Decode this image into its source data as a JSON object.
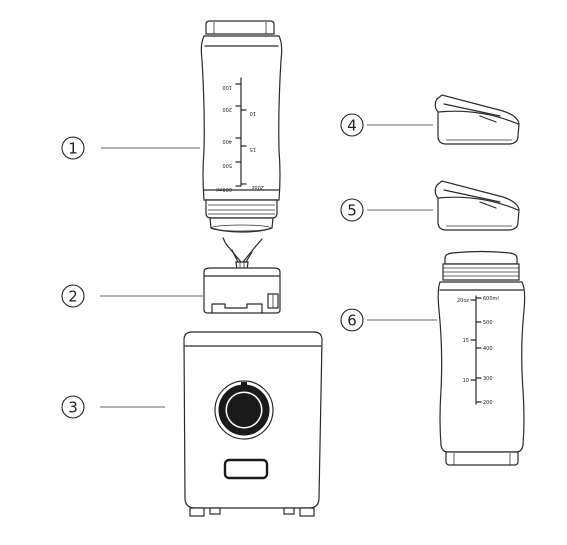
{
  "callouts": [
    "1",
    "2",
    "3",
    "4",
    "5",
    "6"
  ],
  "cup1_scale": {
    "ml": [
      "100",
      "200",
      "400",
      "500",
      "600ml"
    ],
    "oz": [
      "10",
      "15",
      "20oz"
    ]
  },
  "cup6_scale": {
    "ml": [
      "600ml",
      "500",
      "400",
      "300",
      "200"
    ],
    "oz": [
      "20oz",
      "15",
      "10"
    ]
  }
}
